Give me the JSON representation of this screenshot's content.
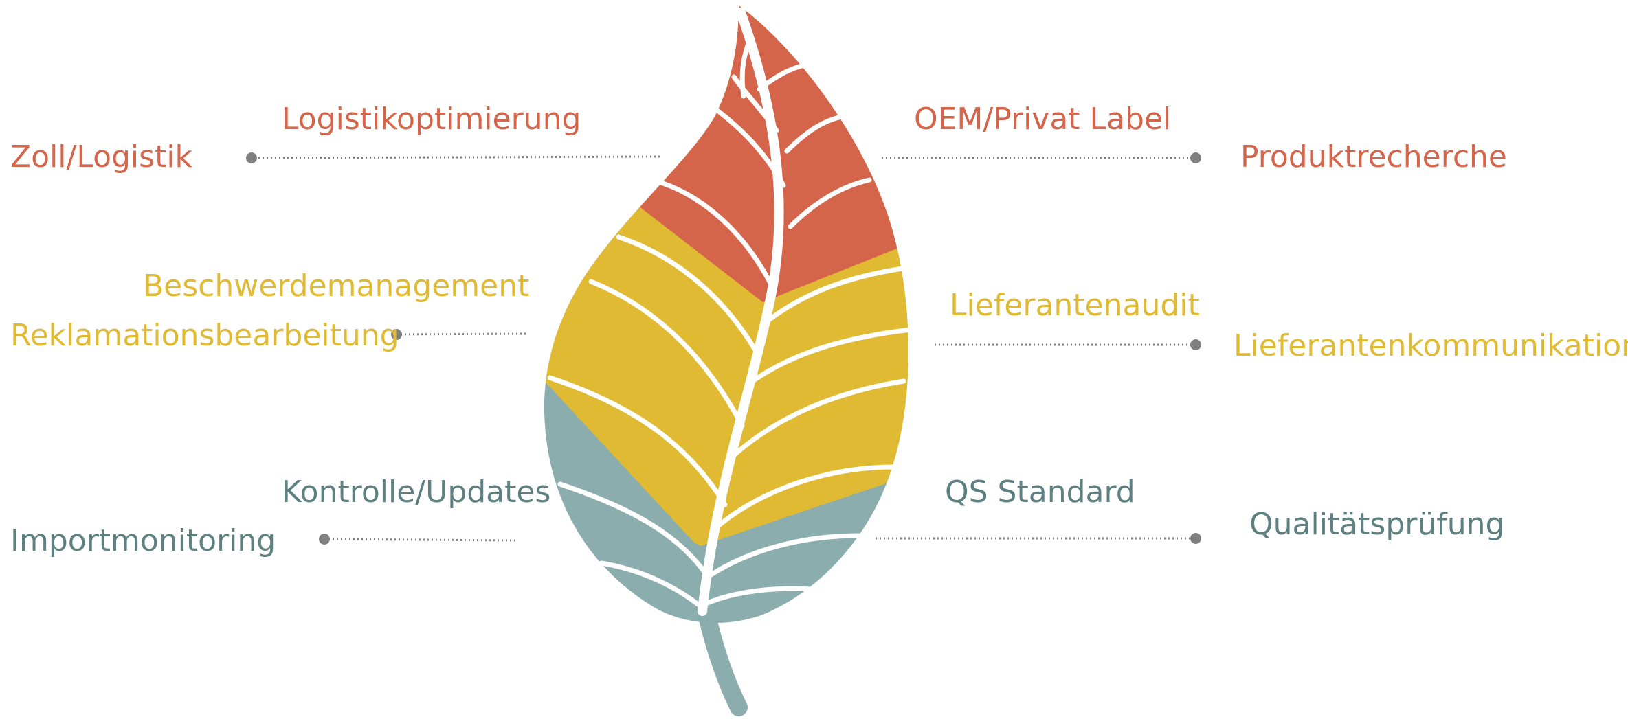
{
  "colors": {
    "red": "#D4644A",
    "yellow": "#E0BA32",
    "teal": "#8CADAD",
    "teal_text": "#5E8080",
    "connector": "#808080",
    "vein": "#ffffff"
  },
  "labels": {
    "left_red_outer": "Zoll/Logistik",
    "left_red_inner": "Logistikoptimierung",
    "left_yellow_top": "Beschwerdemanagement",
    "left_yellow_bottom": "Reklamationsbearbeitung",
    "left_teal_inner": "Kontrolle/Updates",
    "left_teal_outer": "Importmonitoring",
    "right_red_inner": "OEM/Privat Label",
    "right_red_outer": "Produktrecherche",
    "right_yellow_inner": "Lieferantenaudit",
    "right_yellow_outer": "Lieferantenkommunikation",
    "right_teal_inner": "QS Standard",
    "right_teal_outer": "Qualitätsprüfung"
  }
}
